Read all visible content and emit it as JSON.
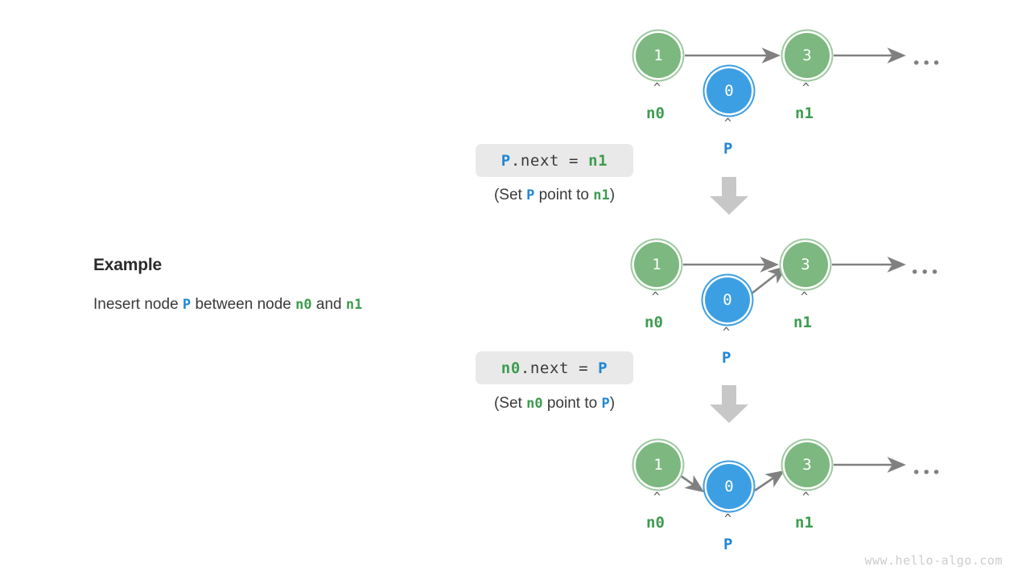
{
  "explain": {
    "title": "Example",
    "body_prefix": "Inesert node ",
    "body_tok1": "P",
    "body_mid": " between node ",
    "body_tok2": "n0",
    "body_and": " and ",
    "body_tok3": "n1"
  },
  "steps": [
    {
      "code": {
        "left": "P",
        "op": ".next = ",
        "right": "n1",
        "left_color": "blue",
        "right_color": "green"
      },
      "caption": {
        "pre": "(Set ",
        "tok": "P",
        "mid": " point to ",
        "tok2": "n1",
        "post": ")"
      }
    },
    {
      "code": {
        "left": "n0",
        "op": ".next = ",
        "right": "P",
        "left_color": "green",
        "right_color": "blue"
      },
      "caption": {
        "pre": "(Set ",
        "tok": "n0",
        "mid": " point to ",
        "tok2": "P",
        "post": ")"
      }
    }
  ],
  "rows": [
    {
      "id": "row-initial",
      "nodes": [
        {
          "value": "1",
          "kind": "green",
          "pointer": "n0"
        },
        {
          "value": "0",
          "kind": "blue",
          "pointer": "P"
        },
        {
          "value": "3",
          "kind": "green",
          "pointer": "n1"
        }
      ],
      "ellipsis": "•••"
    },
    {
      "id": "row-after-p-next",
      "nodes": [
        {
          "value": "1",
          "kind": "green",
          "pointer": "n0"
        },
        {
          "value": "0",
          "kind": "blue",
          "pointer": "P"
        },
        {
          "value": "3",
          "kind": "green",
          "pointer": "n1"
        }
      ],
      "ellipsis": "•••"
    },
    {
      "id": "row-after-n0-next",
      "nodes": [
        {
          "value": "1",
          "kind": "green",
          "pointer": "n0"
        },
        {
          "value": "0",
          "kind": "blue",
          "pointer": "P"
        },
        {
          "value": "3",
          "kind": "green",
          "pointer": "n1"
        }
      ],
      "ellipsis": "•••"
    }
  ],
  "caret_glyph": "^",
  "watermark": "www.hello-algo.com",
  "colors": {
    "node_green_fill": "#7cb87f",
    "node_green_ring": "#9dc9a0",
    "node_blue_fill": "#3d9fe3",
    "node_blue_ring": "#3d9fe3",
    "label_green": "#3d9c50",
    "label_blue": "#1f86d6",
    "edge_gray": "#808080",
    "chip_bg": "#e9e9e9",
    "big_arrow": "#c7c7c7"
  }
}
